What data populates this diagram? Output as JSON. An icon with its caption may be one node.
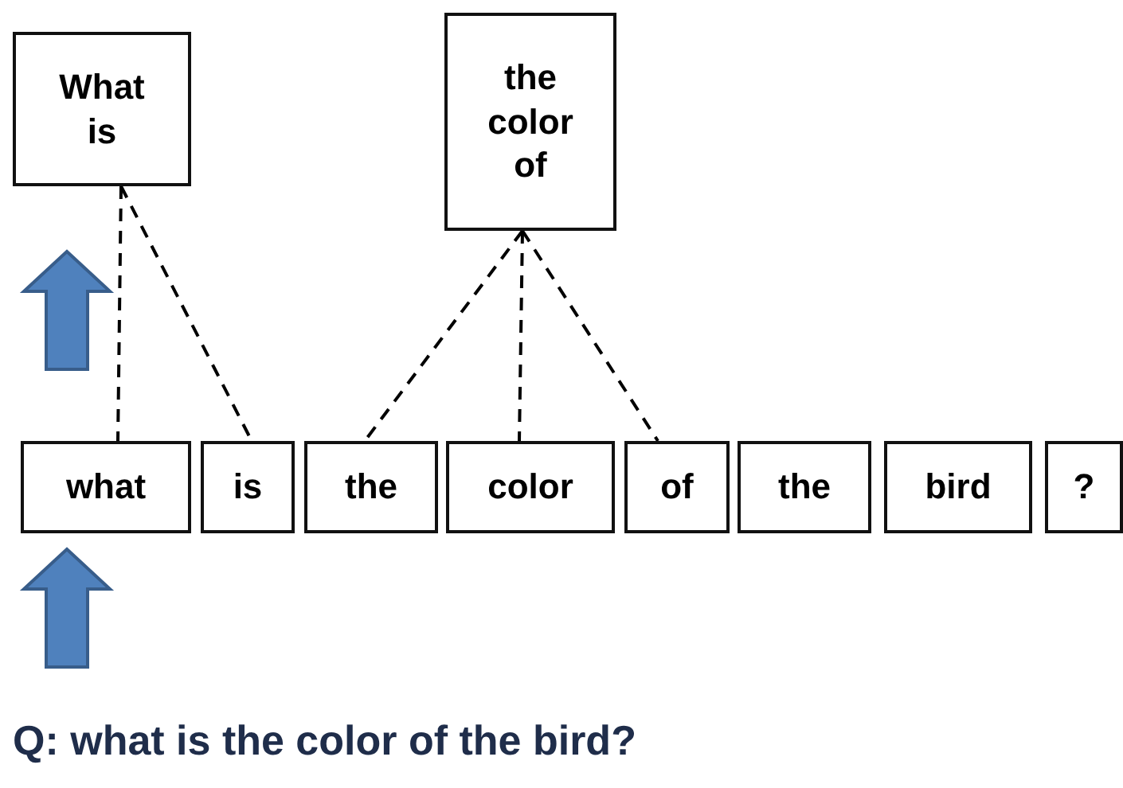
{
  "diagram": {
    "nodes": [
      {
        "text": [
          "What is"
        ]
      },
      {
        "text": [
          "the color of"
        ]
      },
      {
        "text": [
          "what"
        ]
      },
      {
        "text": [
          "is"
        ]
      },
      {
        "text": [
          "the"
        ]
      },
      {
        "text": [
          "color"
        ]
      },
      {
        "text": [
          "of"
        ]
      },
      {
        "text": [
          "the"
        ]
      },
      {
        "text": [
          "bird"
        ]
      },
      {
        "text": [
          "?"
        ]
      }
    ],
    "edges": [
      {
        "from": 0,
        "to": 2,
        "arrow": "none",
        "style": "dashed"
      },
      {
        "from": 0,
        "to": 3,
        "arrow": "none",
        "style": "dashed"
      },
      {
        "from": 1,
        "to": 4,
        "arrow": "none",
        "style": "dashed"
      },
      {
        "from": 1,
        "to": 5,
        "arrow": "none",
        "style": "dashed"
      },
      {
        "from": 1,
        "to": 6,
        "arrow": "none",
        "style": "dashed"
      }
    ],
    "labels": [
      "Q: what is the color of the bird?"
    ]
  }
}
